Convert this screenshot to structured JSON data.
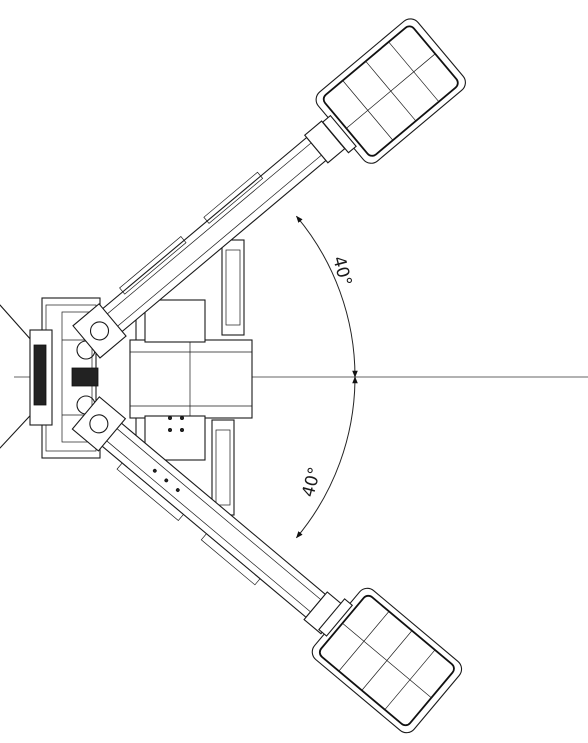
{
  "angles": {
    "upper": {
      "value": 40,
      "label": "40°"
    },
    "lower": {
      "value": 40,
      "label": "40°"
    }
  }
}
